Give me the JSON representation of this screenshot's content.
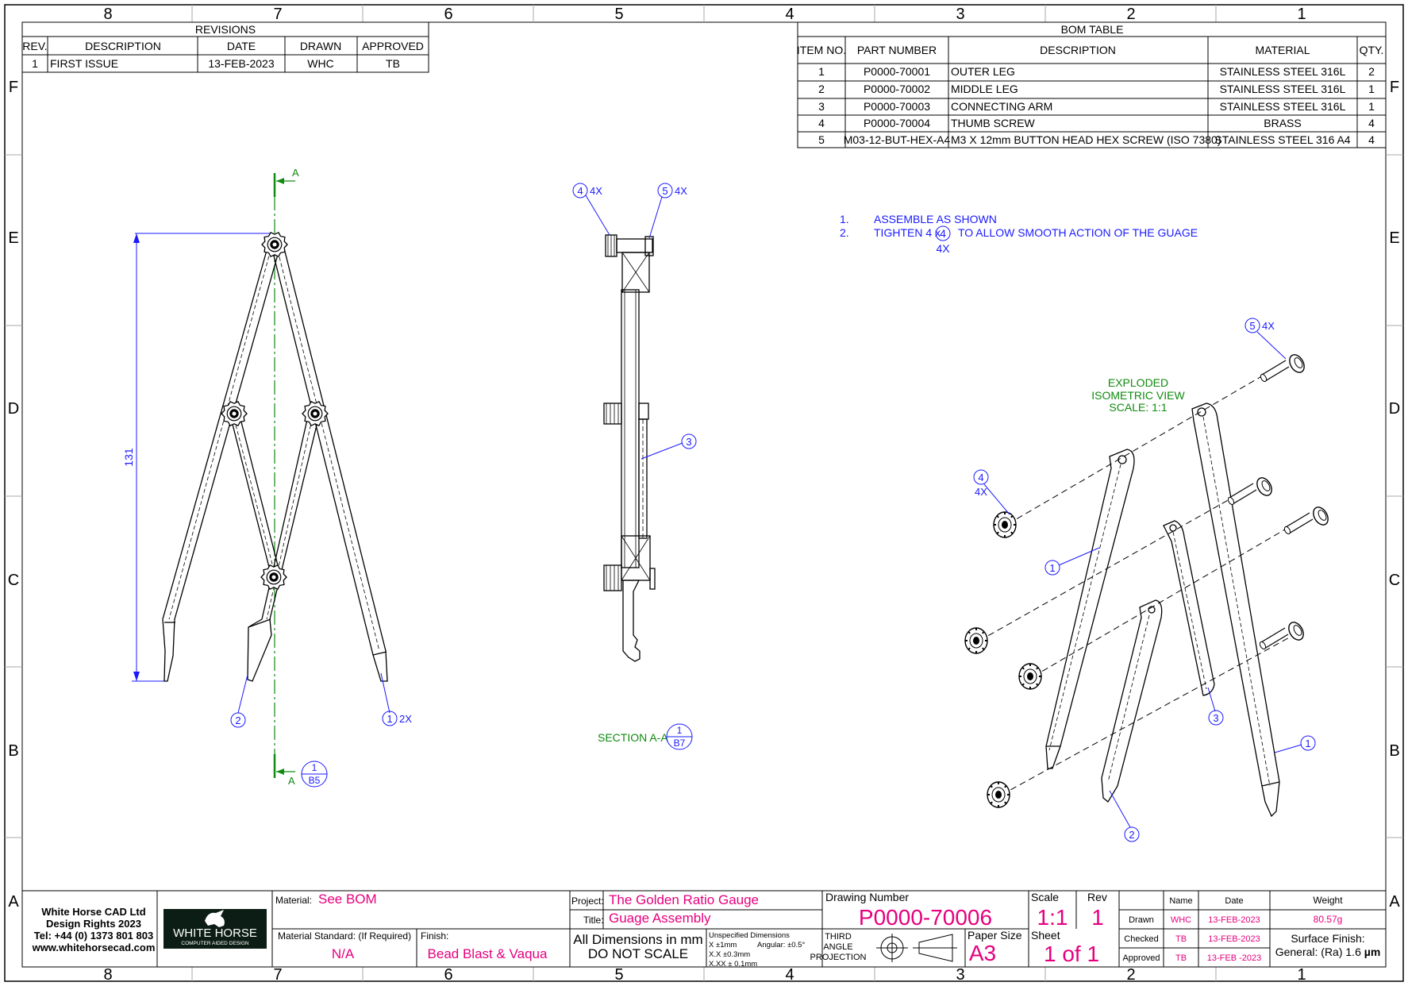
{
  "border": {
    "cols": [
      "8",
      "7",
      "6",
      "5",
      "4",
      "3",
      "2",
      "1"
    ],
    "rows": [
      "F",
      "E",
      "D",
      "C",
      "B",
      "A"
    ]
  },
  "revisions": {
    "title": "REVISIONS",
    "headers": [
      "REV.",
      "DESCRIPTION",
      "DATE",
      "DRAWN",
      "APPROVED"
    ],
    "rows": [
      [
        "1",
        "FIRST ISSUE",
        "13-FEB-2023",
        "WHC",
        "TB"
      ]
    ]
  },
  "bom": {
    "title": "BOM TABLE",
    "headers": [
      "ITEM NO.",
      "PART NUMBER",
      "DESCRIPTION",
      "MATERIAL",
      "QTY."
    ],
    "rows": [
      [
        "1",
        "P0000-70001",
        "OUTER LEG",
        "STAINLESS STEEL 316L",
        "2"
      ],
      [
        "2",
        "P0000-70002",
        "MIDDLE LEG",
        "STAINLESS STEEL 316L",
        "1"
      ],
      [
        "3",
        "P0000-70003",
        "CONNECTING ARM",
        "STAINLESS STEEL 316L",
        "1"
      ],
      [
        "4",
        "P0000-70004",
        "THUMB SCREW",
        "BRASS",
        "4"
      ],
      [
        "5",
        "M03-12-BUT-HEX-A4",
        "M3 X 12mm BUTTON HEAD HEX SCREW (ISO 7380)",
        "STAINLESS STEEL 316 A4",
        "4"
      ]
    ]
  },
  "notes": {
    "n1_num": "1.",
    "n1_text": "ASSEMBLE AS SHOWN",
    "n2_num": "2.",
    "n2_text_a": "TIGHTEN 4 x",
    "n2_balloon": "4",
    "n2_text_b": "TO ALLOW SMOOTH ACTION OF THE GUAGE",
    "n2_qty": "4X"
  },
  "front_view": {
    "dimension": "131",
    "cut_label": "A",
    "ref_num": "1",
    "ref_sheet": "B5",
    "balloon_2": "2",
    "balloon_1": "1",
    "balloon_1_qty": "2X"
  },
  "section_view": {
    "balloon_4": "4",
    "balloon_4_qty": "4X",
    "balloon_5": "5",
    "balloon_5_qty": "4X",
    "balloon_3": "3",
    "label": "SECTION A-A",
    "ref_num": "1",
    "ref_sheet": "B7"
  },
  "iso_view": {
    "title1": "EXPLODED",
    "title2": "ISOMETRIC VIEW",
    "title3": "SCALE: 1:1",
    "balloon_5": "5",
    "balloon_5_qty": "4X",
    "balloon_4": "4",
    "balloon_4_qty": "4X",
    "balloon_1a": "1",
    "balloon_1b": "1",
    "balloon_2": "2",
    "balloon_3": "3"
  },
  "title_block": {
    "company": "White Horse CAD Ltd",
    "rights": "Design Rights 2023",
    "tel": "Tel: +44 (0) 1373 801 803",
    "web": "www.whitehorsecad.com",
    "logo_text": "WHITE HORSE",
    "logo_sub": "COMPUTER AIDED DESIGN",
    "material_label": "Material:",
    "material": "See BOM",
    "mat_std_label": "Material Standard: (If Required)",
    "mat_std": "N/A",
    "finish_label": "Finish:",
    "finish": "Bead Blast & Vaqua",
    "project_label": "Project:",
    "project": "The Golden Ratio Gauge",
    "title_label": "Title:",
    "title": "Guage Assembly",
    "units": "All Dimensions in mm",
    "noscale": "DO NOT SCALE",
    "tol_head": "Unspecified Dimensions",
    "tol_x": "X ±1mm",
    "tol_ang": "Angular: ±0.5°",
    "tol_xx": "X.X ±0.3mm",
    "tol_xxx": "X.XX ± 0.1mm",
    "proj1": "THIRD",
    "proj2": "ANGLE",
    "proj3": "PROJECTION",
    "dwg_label": "Drawing Number",
    "dwg_no": "P0000-70006",
    "paper_label": "Paper Size",
    "paper": "A3",
    "scale_label": "Scale",
    "scale": "1:1",
    "rev_label": "Rev",
    "rev": "1",
    "sheet_label": "Sheet",
    "sheet": "1 of 1",
    "name_label": "Name",
    "date_label": "Date",
    "drawn_label": "Drawn",
    "drawn_name": "WHC",
    "drawn_date": "13-FEB-2023",
    "checked_label": "Checked",
    "checked_name": "TB",
    "checked_date": "13-FEB-2023",
    "approved_label": "Approved",
    "approved_name": "TB",
    "approved_date": "13-FEB -2023",
    "weight_label": "Weight",
    "weight": "80.57g",
    "surface_label": "Surface Finish:",
    "surface_a": "General: (Ra) 1.6 ",
    "surface_b": "µm"
  }
}
